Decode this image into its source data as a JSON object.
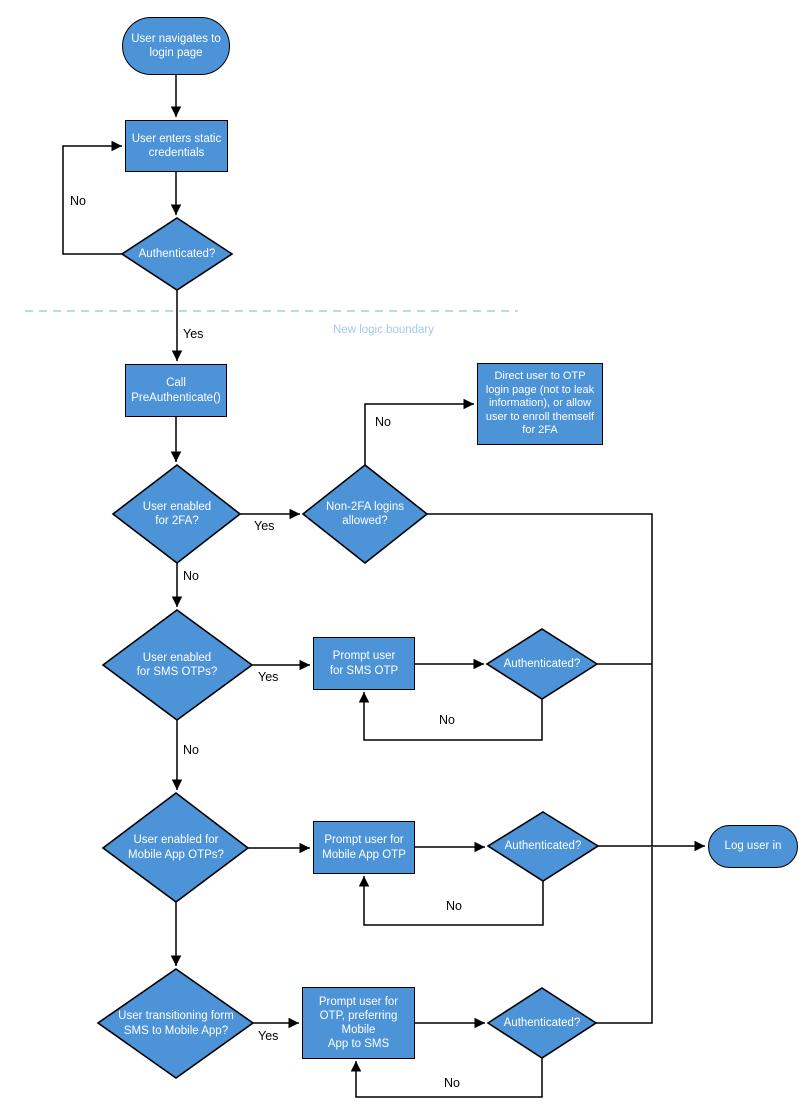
{
  "diagram": {
    "boundary_label": "New logic boundary",
    "labels": {
      "yes": "Yes",
      "no": "No"
    },
    "colors": {
      "node_fill": "#4d93d8",
      "node_text": "#ffffff",
      "line": "#000000",
      "boundary": "#a4c8ef"
    },
    "nodes": {
      "start": "User navigates to\nlogin page",
      "enter_credentials": "User enters static\ncredentials",
      "authenticated1": "Authenticated?",
      "call_preauthenticate": "Call\nPreAuthenticate()",
      "enabled_2fa": "User enabled\nfor 2FA?",
      "non_2fa_allowed": "Non-2FA logins\nallowed?",
      "direct_otp": "Direct user to OTP\nlogin page (not to leak\ninformation), or allow\nuser to enroll themself\nfor 2FA",
      "enabled_sms": "User enabled\nfor SMS OTPs?",
      "prompt_sms": "Prompt user\nfor SMS OTP",
      "authenticated_sms": "Authenticated?",
      "enabled_mobile": "User enabled for\nMobile App OTPs?",
      "prompt_mobile": "Prompt user for\nMobile App OTP",
      "authenticated_mobile": "Authenticated?",
      "log_user_in": "Log user in",
      "transitioning": "User transitioning form\nSMS to Mobile App?",
      "prompt_otp_preferring": "Prompt user for\nOTP, preferring\nMobile\nApp to SMS",
      "authenticated_otp": "Authenticated?"
    },
    "edges": [
      {
        "from": "start",
        "to": "enter_credentials",
        "label": ""
      },
      {
        "from": "enter_credentials",
        "to": "authenticated1",
        "label": ""
      },
      {
        "from": "authenticated1",
        "to": "enter_credentials",
        "label": "No"
      },
      {
        "from": "authenticated1",
        "to": "call_preauthenticate",
        "label": "Yes"
      },
      {
        "from": "call_preauthenticate",
        "to": "enabled_2fa",
        "label": ""
      },
      {
        "from": "enabled_2fa",
        "to": "non_2fa_allowed",
        "label": "Yes"
      },
      {
        "from": "enabled_2fa",
        "to": "enabled_sms",
        "label": "No"
      },
      {
        "from": "non_2fa_allowed",
        "to": "direct_otp",
        "label": "No"
      },
      {
        "from": "non_2fa_allowed",
        "to": "log_user_in",
        "label": ""
      },
      {
        "from": "enabled_sms",
        "to": "prompt_sms",
        "label": "Yes"
      },
      {
        "from": "enabled_sms",
        "to": "enabled_mobile",
        "label": "No"
      },
      {
        "from": "prompt_sms",
        "to": "authenticated_sms",
        "label": ""
      },
      {
        "from": "authenticated_sms",
        "to": "prompt_sms",
        "label": "No"
      },
      {
        "from": "authenticated_sms",
        "to": "log_user_in",
        "label": ""
      },
      {
        "from": "enabled_mobile",
        "to": "prompt_mobile",
        "label": ""
      },
      {
        "from": "enabled_mobile",
        "to": "transitioning",
        "label": ""
      },
      {
        "from": "prompt_mobile",
        "to": "authenticated_mobile",
        "label": ""
      },
      {
        "from": "authenticated_mobile",
        "to": "prompt_mobile",
        "label": "No"
      },
      {
        "from": "authenticated_mobile",
        "to": "log_user_in",
        "label": ""
      },
      {
        "from": "transitioning",
        "to": "prompt_otp_preferring",
        "label": "Yes"
      },
      {
        "from": "prompt_otp_preferring",
        "to": "authenticated_otp",
        "label": ""
      },
      {
        "from": "authenticated_otp",
        "to": "prompt_otp_preferring",
        "label": "No"
      },
      {
        "from": "authenticated_otp",
        "to": "log_user_in",
        "label": ""
      }
    ]
  }
}
